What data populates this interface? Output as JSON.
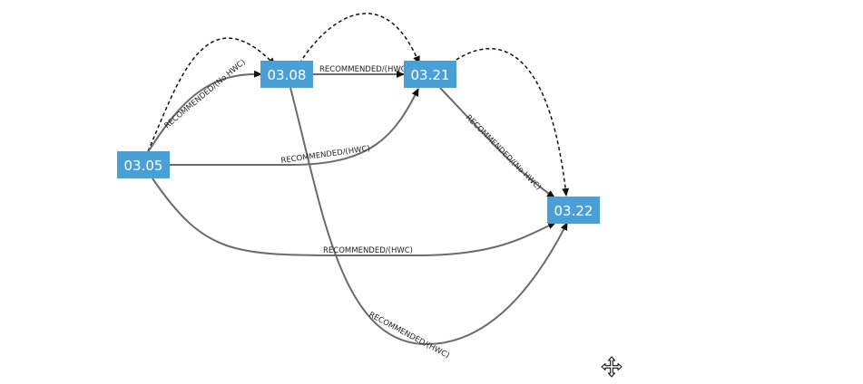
{
  "nodes": {
    "n0305": {
      "label": "03.05"
    },
    "n0308": {
      "label": "03.08"
    },
    "n0321": {
      "label": "03.21"
    },
    "n0322": {
      "label": "03.22"
    }
  },
  "edges": {
    "e0305_0308": {
      "label": "RECOMMENDED/(No HWC)"
    },
    "e0308_0321": {
      "label": "RECOMMENDED/(HWC)"
    },
    "e0305_0321": {
      "label": "RECOMMENDED/(HWC)"
    },
    "e0321_0322": {
      "label": "RECOMMENDED/(No HWC)"
    },
    "e0305_0322": {
      "label": "RECOMMENDED/(HWC)"
    },
    "e0308_0322": {
      "label": "RECOMMENDED/(HWC)"
    }
  },
  "cursor": {
    "icon": "move-icon"
  }
}
